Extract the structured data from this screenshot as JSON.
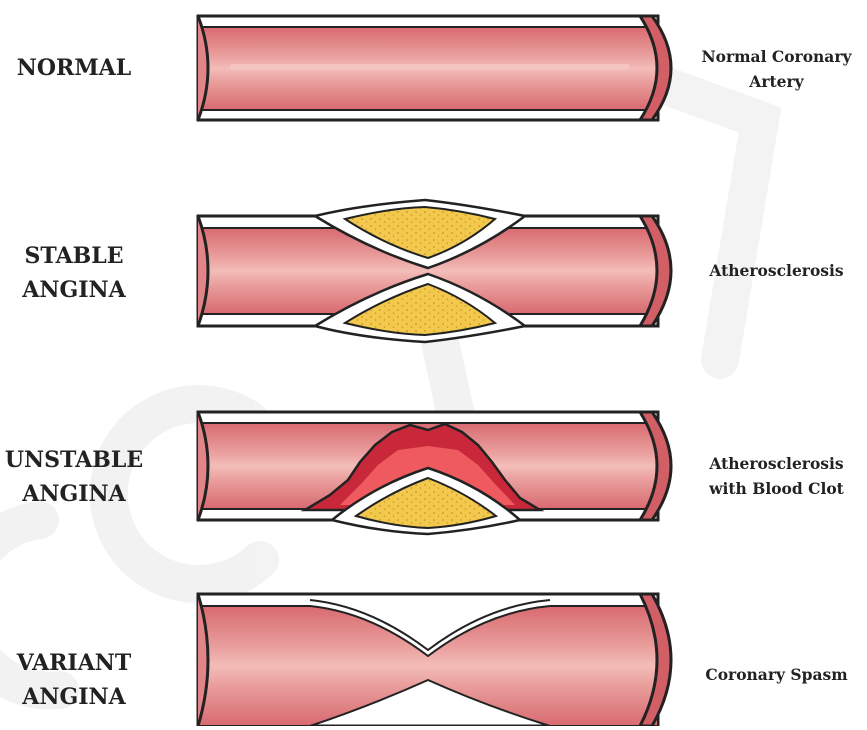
{
  "rows": [
    {
      "label": "NORMAL",
      "description": "Normal Coronary\nArtery"
    },
    {
      "label": "STABLE\nANGINA",
      "description": "Atherosclerosis"
    },
    {
      "label": "UNSTABLE\nANGINA",
      "description": "Atherosclerosis\nwith Blood Clot"
    },
    {
      "label": "VARIANT\nANGINA",
      "description": "Coronary Spasm"
    }
  ],
  "colors": {
    "outline": "#222222",
    "vessel_wall": "#d35f66",
    "lumen": "#ea9c9a",
    "lumen_highlight": "#f6c3c0",
    "plaque": "#f2c94c",
    "plaque_dots": "#c9932d",
    "clot": "#c8283a",
    "clot_light": "#ef5a5f",
    "watermark": "#ececec"
  }
}
